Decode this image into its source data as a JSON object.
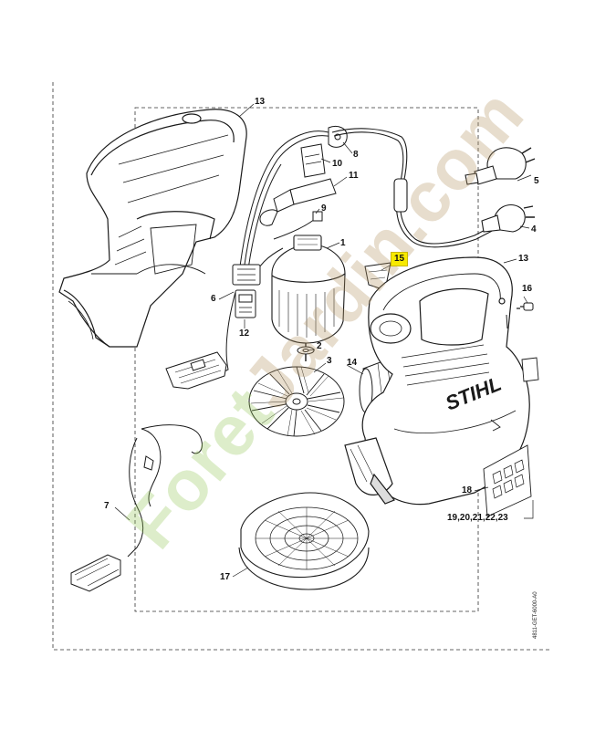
{
  "labels": {
    "l13a": "13",
    "l8": "8",
    "l10": "10",
    "l11": "11",
    "l9": "9",
    "l5": "5",
    "l4": "4",
    "l15": "15",
    "l13b": "13",
    "l1": "1",
    "l16": "16",
    "l6": "6",
    "l12": "12",
    "l2": "2",
    "l3": "3",
    "l14": "14",
    "l7": "7",
    "l18": "18",
    "l19": "19,20,21,22,23",
    "l17": "17"
  },
  "brand": {
    "logo_text": "STIHL",
    "watermark_green": "Foret",
    "watermark_brown": "Jardin.com",
    "drawing_code": "4811-GET-6000-A0"
  },
  "colors": {
    "line": "#1a1a1a",
    "highlight": "#f7ea00",
    "watermark_green": "#96c85a",
    "watermark_brown": "#b49664"
  }
}
